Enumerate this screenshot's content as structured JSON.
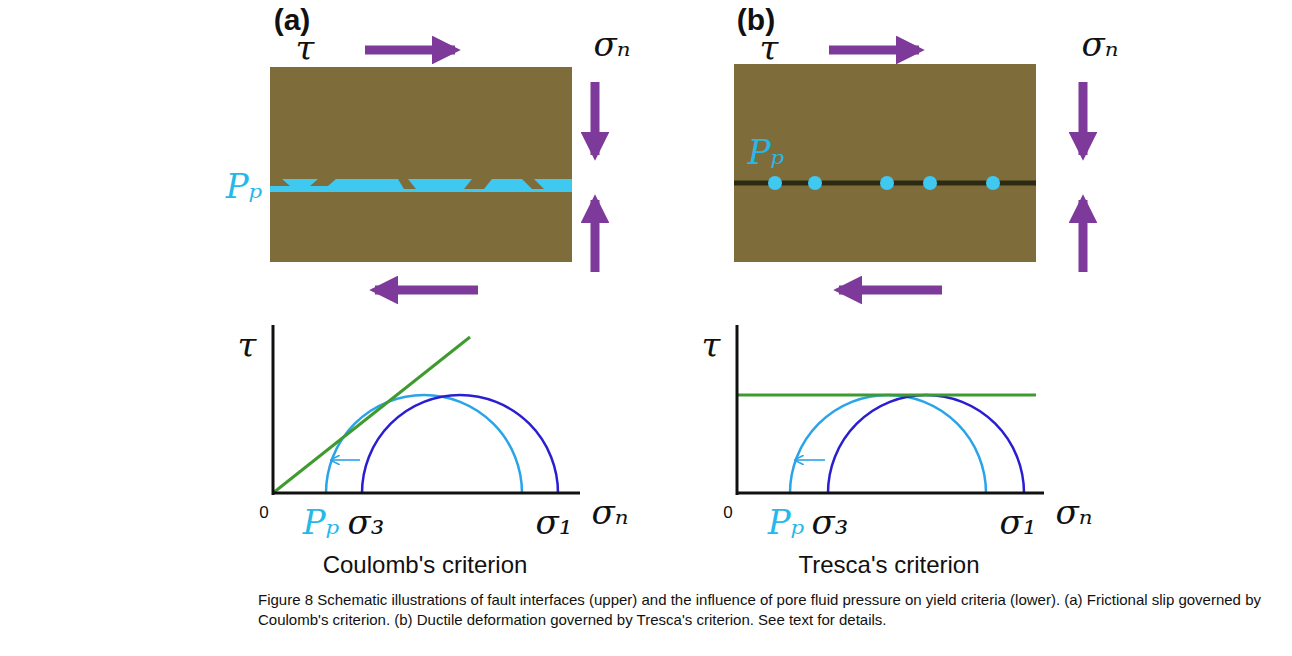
{
  "diagram": {
    "caption": "Figure 8 Schematic illustrations of fault interfaces (upper) and the influence of pore fluid pressure on yield criteria (lower). (a) Frictional slip governed by Coulomb's criterion. (b) Ductile deformation governed by Tresca's criterion. See text for details.",
    "labels": [
      "(a)",
      "τ",
      "σₙ",
      "Pₚ",
      "τ",
      "σₙ",
      "0",
      "Pₚ",
      "σ₃",
      "σ₁",
      "Coulomb's criterion",
      "(b)",
      "τ",
      "σₙ",
      "Pₚ",
      "τ",
      "σₙ",
      "0",
      "Pₚ",
      "σ₃",
      "σ₁",
      "Tresca's criterion"
    ]
  }
}
